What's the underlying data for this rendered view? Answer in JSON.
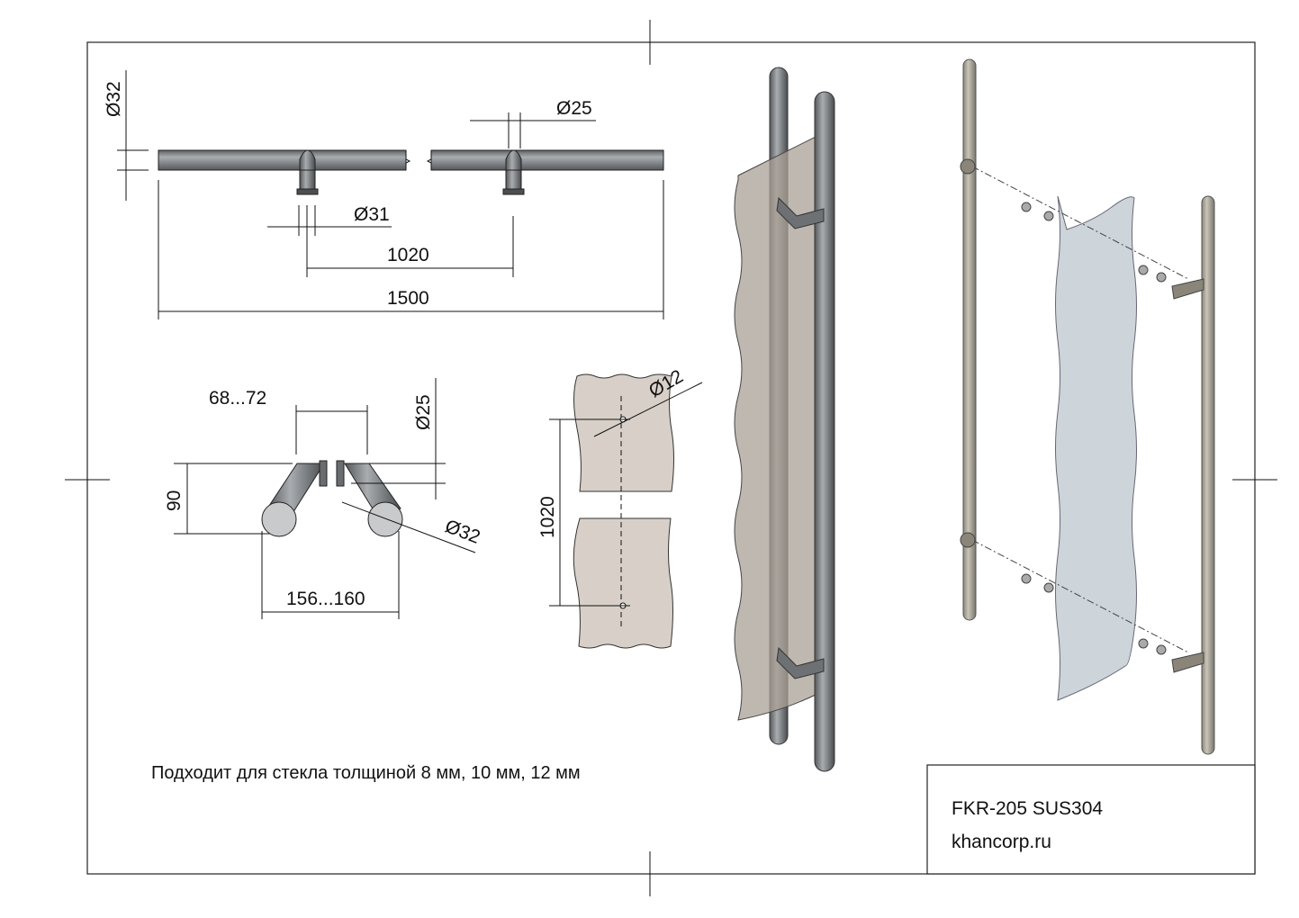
{
  "top_view": {
    "d_bar": "Ø32",
    "d_post": "Ø25",
    "d_base": "Ø31",
    "center_distance": "1020",
    "total_length": "1500"
  },
  "side_view": {
    "offset": "68...72",
    "d_post": "Ø25",
    "height": "90",
    "d_bar": "Ø32",
    "bar_spacing": "156...160"
  },
  "glass_view": {
    "hole_diameter": "Ø12",
    "hole_distance": "1020"
  },
  "note": "Подходит для стекла толщиной 8 мм, 10 мм, 12 мм",
  "title_block": {
    "model": "FKR-205 SUS304",
    "website": "khancorp.ru"
  },
  "colors": {
    "steel": "#7d8083",
    "glass_front": "#d8d0c8",
    "glass_iso": "#c4ccd4"
  }
}
